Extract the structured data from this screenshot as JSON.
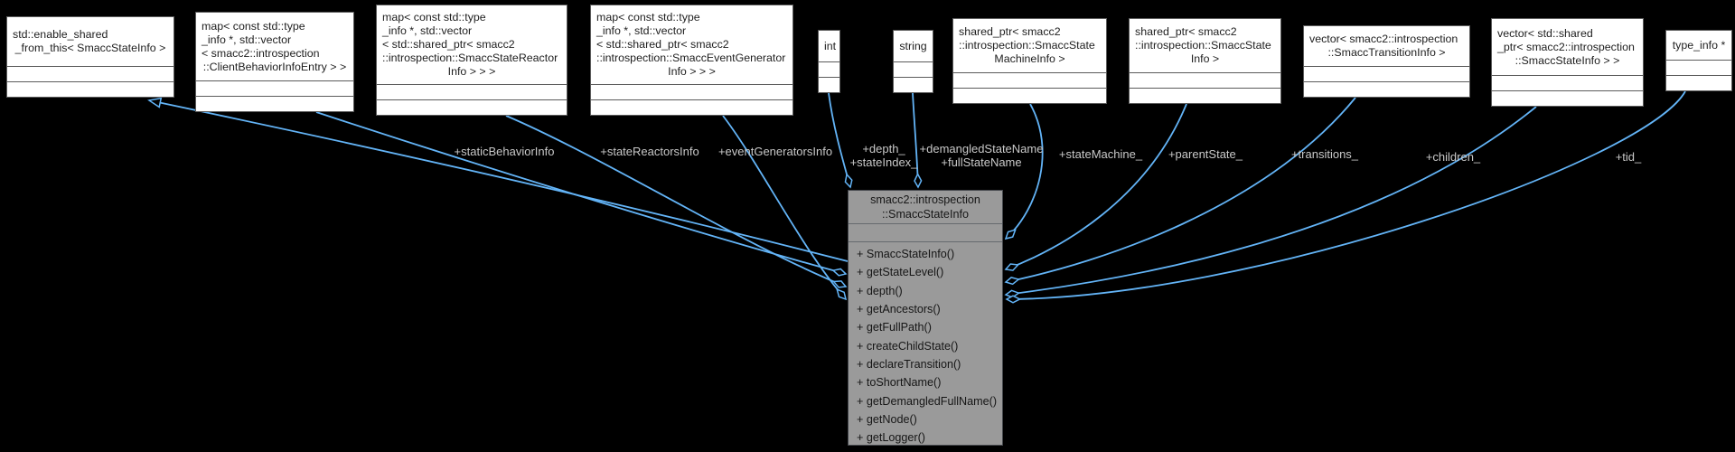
{
  "central": {
    "title": "smacc2::introspection\n::SmaccStateInfo",
    "methods": [
      "+ SmaccStateInfo()",
      "+ getStateLevel()",
      "+ depth()",
      "+ getAncestors()",
      "+ getFullPath()",
      "+ createChildState()",
      "+ declareTransition()",
      "+ toShortName()",
      "+ getDemangledFullName()",
      "+ getNode()",
      "+ getLogger()"
    ]
  },
  "nodes": [
    {
      "id": "enable-shared-from-this",
      "lines": "std::enable_shared",
      "last": "_from_this< SmaccStateInfo >"
    },
    {
      "id": "map-client-behavior-info",
      "lines": "map< const std::type\n_info *, std::vector\n< smacc2::introspection",
      "last": "::ClientBehaviorInfoEntry > >"
    },
    {
      "id": "map-state-reactor-info",
      "lines": "map< const std::type\n_info *, std::vector\n< std::shared_ptr< smacc2\n::introspection::SmaccStateReactor",
      "last": "Info > > >"
    },
    {
      "id": "map-event-generator-info",
      "lines": "map< const std::type\n_info *, std::vector\n< std::shared_ptr< smacc2\n::introspection::SmaccEventGenerator",
      "last": "Info > > >"
    },
    {
      "id": "int",
      "lines": "",
      "last": "int"
    },
    {
      "id": "string",
      "lines": "",
      "last": "string"
    },
    {
      "id": "shared-ptr-state-machine-info",
      "lines": "shared_ptr< smacc2\n::introspection::SmaccState",
      "last": "MachineInfo >"
    },
    {
      "id": "shared-ptr-state-info",
      "lines": "shared_ptr< smacc2\n::introspection::SmaccState",
      "last": "Info >"
    },
    {
      "id": "vector-transition-info",
      "lines": "vector< smacc2::introspection",
      "last": "::SmaccTransitionInfo >"
    },
    {
      "id": "vector-shared-ptr-state-info",
      "lines": "vector< std::shared\n_ptr< smacc2::introspection",
      "last": "::SmaccStateInfo > >"
    },
    {
      "id": "type-info-ptr",
      "lines": "",
      "last": "type_info *"
    }
  ],
  "edge_labels": {
    "static_behavior": "+staticBehaviorInfo",
    "state_reactors": "+stateReactorsInfo",
    "event_generators": "+eventGeneratorsInfo",
    "depth": "+depth_",
    "state_index": "+stateIndex_",
    "demangled_state_name": "+demangledStateName",
    "full_state_name": "+fullStateName",
    "state_machine": "+stateMachine_",
    "parent_state": "+parentState_",
    "transitions": "+transitions_",
    "children": "+children_",
    "tid": "+tid_"
  },
  "colors": {
    "background": "#000000",
    "node_fill": "#ffffff",
    "node_border": "#5b5b5b",
    "central_fill": "#9a9a9a",
    "edge": "#63b4f7",
    "edge_label": "#c9c9c9"
  }
}
